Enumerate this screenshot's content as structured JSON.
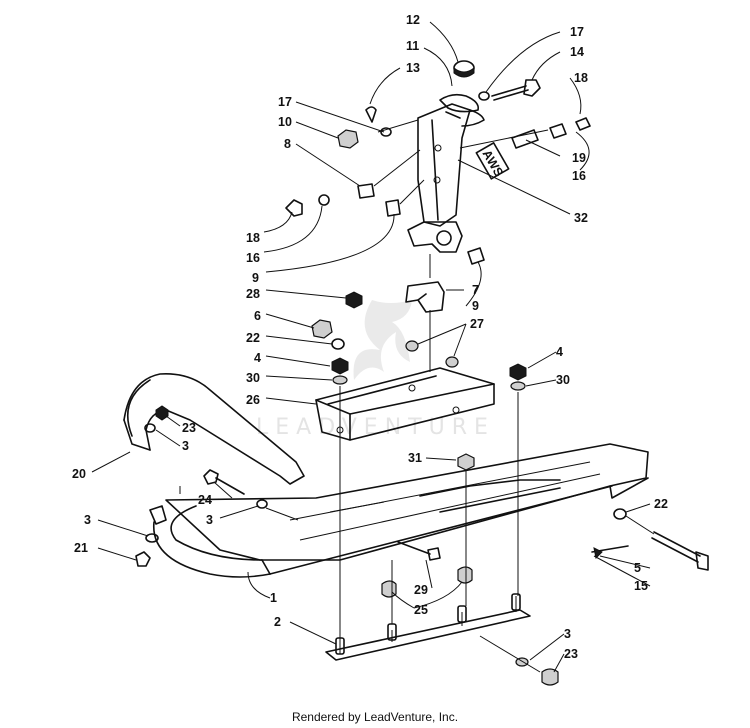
{
  "watermark": {
    "text": "LEADVENTURE"
  },
  "credit": "Rendered by LeadVenture, Inc.",
  "decal_text": "AWS",
  "callouts": [
    "12",
    "11",
    "17",
    "14",
    "13",
    "18",
    "17",
    "10",
    "8",
    "19",
    "16",
    "32",
    "18",
    "16",
    "9",
    "7",
    "9",
    "28",
    "27",
    "6",
    "22",
    "4",
    "4",
    "30",
    "30",
    "26",
    "23",
    "3",
    "31",
    "20",
    "24",
    "22",
    "3",
    "3",
    "21",
    "5",
    "15",
    "29",
    "1",
    "25",
    "2",
    "3",
    "23"
  ]
}
